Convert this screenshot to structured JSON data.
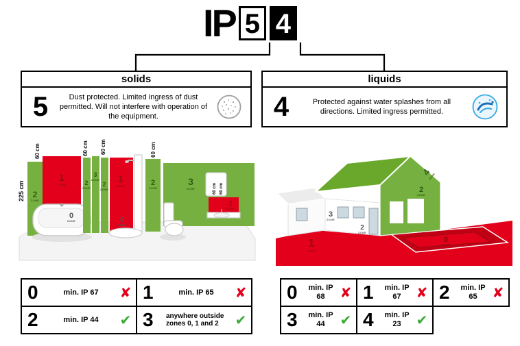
{
  "title": {
    "prefix": "IP",
    "solids_digit": "5",
    "liquids_digit": "4"
  },
  "definitions": {
    "solids": {
      "header": "solids",
      "digit": "5",
      "description": "Dust protected. Limited ingress of dust permitted. Will not interfere with operation of the equipment.",
      "icon": "dust-icon"
    },
    "liquids": {
      "header": "liquids",
      "digit": "4",
      "description": "Protected against water splashes from all directions. Limited ingress permitted.",
      "icon": "water-splash-icon"
    }
  },
  "bathroom_diagram": {
    "height_label": "225 cm",
    "width_label": "60 cm",
    "zone_caption": "ZONE",
    "zone_digits": {
      "z0": "0",
      "z1": "1",
      "z2": "2",
      "z3": "3"
    }
  },
  "house_diagram": {
    "zone_caption": "ZONE",
    "zone_digits": {
      "z0": "0",
      "z1": "1",
      "z2": "2",
      "z3": "3",
      "z4": "4"
    }
  },
  "bathroom_table": {
    "rows": [
      [
        {
          "zone": "0",
          "text": "min. IP 67",
          "verdict": "fail"
        },
        {
          "zone": "1",
          "text": "min. IP 65",
          "verdict": "fail"
        }
      ],
      [
        {
          "zone": "2",
          "text": "min. IP 44",
          "verdict": "pass"
        },
        {
          "zone": "3",
          "text": "anywhere outside zones 0, 1 and 2",
          "verdict": "pass"
        }
      ]
    ]
  },
  "outdoor_table": {
    "rows": [
      [
        {
          "zone": "0",
          "text": "min. IP 68",
          "verdict": "fail"
        },
        {
          "zone": "1",
          "text": "min. IP 67",
          "verdict": "fail"
        },
        {
          "zone": "2",
          "text": "min. IP 65",
          "verdict": "fail"
        }
      ],
      [
        {
          "zone": "3",
          "text": "min. IP 44",
          "verdict": "pass"
        },
        {
          "zone": "4",
          "text": "min. IP 23",
          "verdict": "pass"
        }
      ]
    ]
  },
  "marks": {
    "pass": "✔",
    "fail": "✘"
  },
  "colors": {
    "red": "#e2001a",
    "green": "#76b041",
    "mark_green": "#3aaa35",
    "water_blue": "#36a9e1"
  }
}
